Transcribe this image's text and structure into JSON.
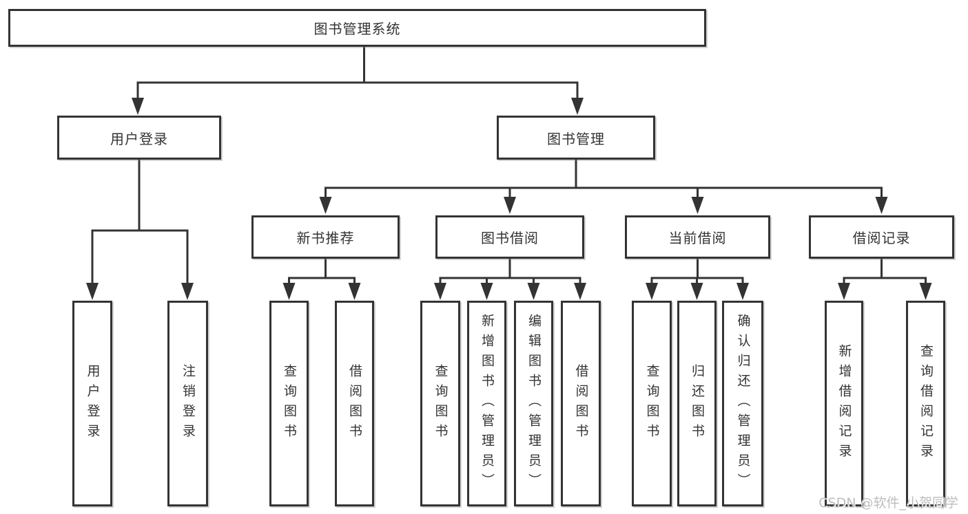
{
  "diagram": {
    "title": "图书管理系统",
    "watermark": "CSDN @软件_小贺同学",
    "colors": {
      "line": "#333333",
      "box_border": "#333333",
      "text": "#333333",
      "background": "#ffffff",
      "watermark": "#bdbdbd"
    },
    "nodes": {
      "root": {
        "label": "图书管理系统"
      },
      "user_login": {
        "label": "用户登录"
      },
      "book_mgmt": {
        "label": "图书管理"
      },
      "new_book_rec": {
        "label": "新书推荐"
      },
      "book_borrow": {
        "label": "图书借阅"
      },
      "current_borrow": {
        "label": "当前借阅"
      },
      "borrow_records": {
        "label": "借阅记录"
      },
      "login": {
        "label": "用户登录"
      },
      "logout": {
        "label": "注销登录"
      },
      "rec_query": {
        "label": "查询图书"
      },
      "rec_borrow": {
        "label": "借阅图书"
      },
      "bb_query": {
        "label": "查询图书"
      },
      "bb_add": {
        "label": "新增图书（管理员）"
      },
      "bb_edit": {
        "label": "编辑图书（管理员）"
      },
      "bb_borrow": {
        "label": "借阅图书"
      },
      "cb_query": {
        "label": "查询图书"
      },
      "cb_return": {
        "label": "归还图书"
      },
      "cb_confirm": {
        "label": "确认归还（管理员）"
      },
      "br_add": {
        "label": "新增借阅记录"
      },
      "br_query": {
        "label": "查询借阅记录"
      }
    },
    "edges": [
      {
        "from": "root",
        "to": "user_login"
      },
      {
        "from": "root",
        "to": "book_mgmt"
      },
      {
        "from": "user_login",
        "to": "login"
      },
      {
        "from": "user_login",
        "to": "logout"
      },
      {
        "from": "book_mgmt",
        "to": "new_book_rec"
      },
      {
        "from": "book_mgmt",
        "to": "book_borrow"
      },
      {
        "from": "book_mgmt",
        "to": "current_borrow"
      },
      {
        "from": "book_mgmt",
        "to": "borrow_records"
      },
      {
        "from": "new_book_rec",
        "to": "rec_query"
      },
      {
        "from": "new_book_rec",
        "to": "rec_borrow"
      },
      {
        "from": "book_borrow",
        "to": "bb_query"
      },
      {
        "from": "book_borrow",
        "to": "bb_add"
      },
      {
        "from": "book_borrow",
        "to": "bb_edit"
      },
      {
        "from": "book_borrow",
        "to": "bb_borrow"
      },
      {
        "from": "current_borrow",
        "to": "cb_query"
      },
      {
        "from": "current_borrow",
        "to": "cb_return"
      },
      {
        "from": "current_borrow",
        "to": "cb_confirm"
      },
      {
        "from": "borrow_records",
        "to": "br_add"
      },
      {
        "from": "borrow_records",
        "to": "br_query"
      }
    ]
  }
}
